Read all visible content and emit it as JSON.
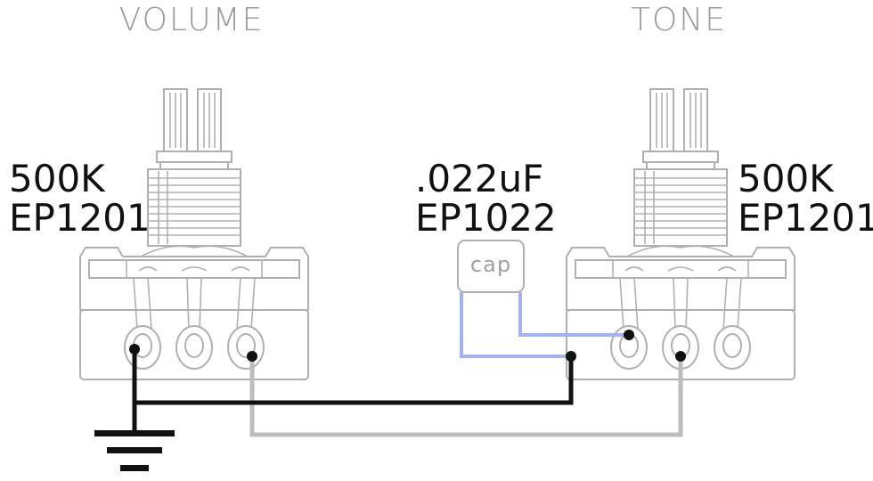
{
  "pots": {
    "volume": {
      "title": "VOLUME",
      "value": "500K",
      "part": "EP1201"
    },
    "tone": {
      "title": "TONE",
      "value": "500K",
      "part": "EP1201"
    }
  },
  "capacitor": {
    "value": ".022uF",
    "part": "EP1022",
    "label": "cap"
  },
  "colors": {
    "ground_wire": "#111111",
    "signal_wire": "#bdbdbd",
    "capacitor_lead": "#a3b3f0",
    "component_outline": "#b0b0b0"
  }
}
